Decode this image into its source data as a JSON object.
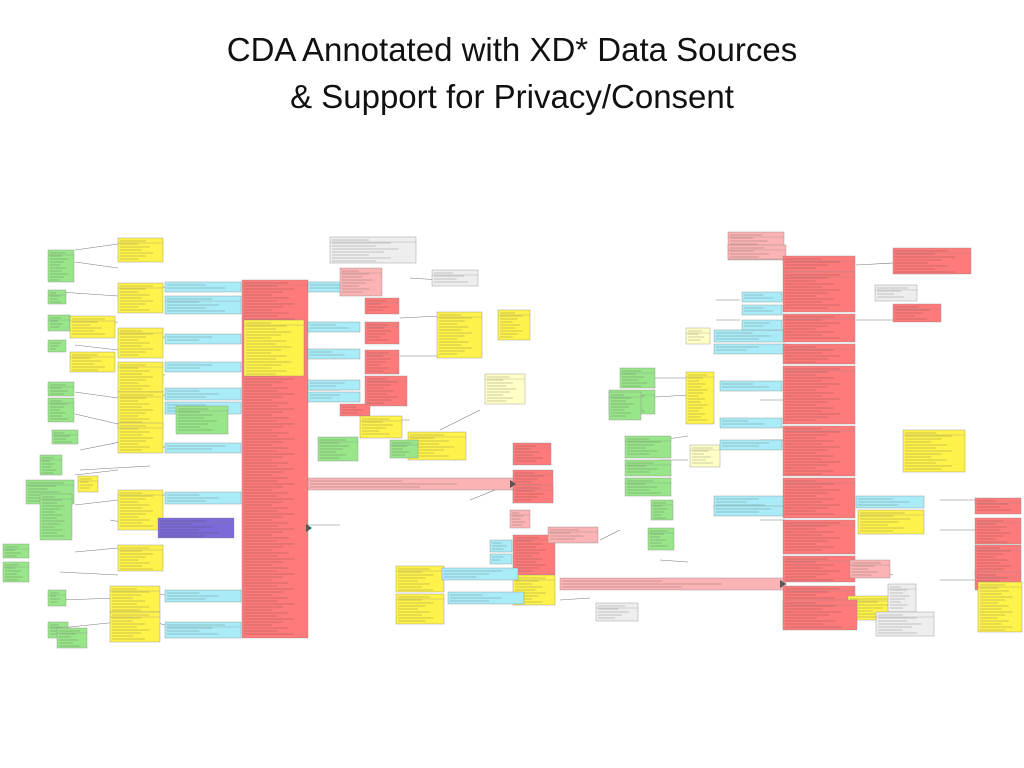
{
  "title_line1": "CDA Annotated with XD* Data Sources",
  "title_line2": "&  Support for Privacy/Consent",
  "colors": {
    "background": "#ffffff",
    "green": "#99e68a",
    "yellow": "#fff24a",
    "pink": "#ff7a7a",
    "salmon": "#fbb3b3",
    "cyan": "#a9ecf7",
    "pale_yellow": "#ffffc6",
    "purple": "#7b6ad8",
    "note_gray": "#eeeeee",
    "line": "#7a7a7a"
  },
  "diagram": {
    "type": "uml-class-diagram",
    "box_colors_present": [
      "green",
      "yellow",
      "pink",
      "salmon",
      "cyan",
      "pale_yellow",
      "purple",
      "note_gray"
    ],
    "text_legibility": "illegible at this resolution"
  }
}
